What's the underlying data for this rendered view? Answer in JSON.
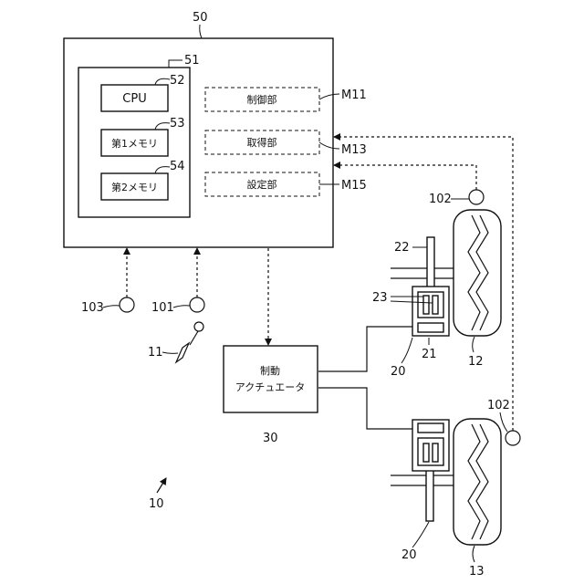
{
  "labels": {
    "controller": "50",
    "memory_unit": "51",
    "cpu_ref": "52",
    "mem1_ref": "53",
    "mem2_ref": "54",
    "m11": "M11",
    "m13": "M13",
    "m15": "M15",
    "sensor_102_top": "102",
    "sensor_102_bottom": "102",
    "sensor_103": "103",
    "sensor_101": "101",
    "pedal": "11",
    "actuator_ref": "30",
    "vehicle": "10",
    "brake_top": "20",
    "brake_bottom": "20",
    "caliper": "21",
    "disc": "22",
    "pads": "23",
    "wheel_top": "12",
    "wheel_bottom": "13"
  },
  "text": {
    "cpu": "CPU",
    "mem1": "第1メモリ",
    "mem2": "第2メモリ",
    "control_unit": "制御部",
    "acquire_unit": "取得部",
    "setting_unit": "設定部",
    "actuator_line1": "制動",
    "actuator_line2": "アクチュエータ"
  }
}
